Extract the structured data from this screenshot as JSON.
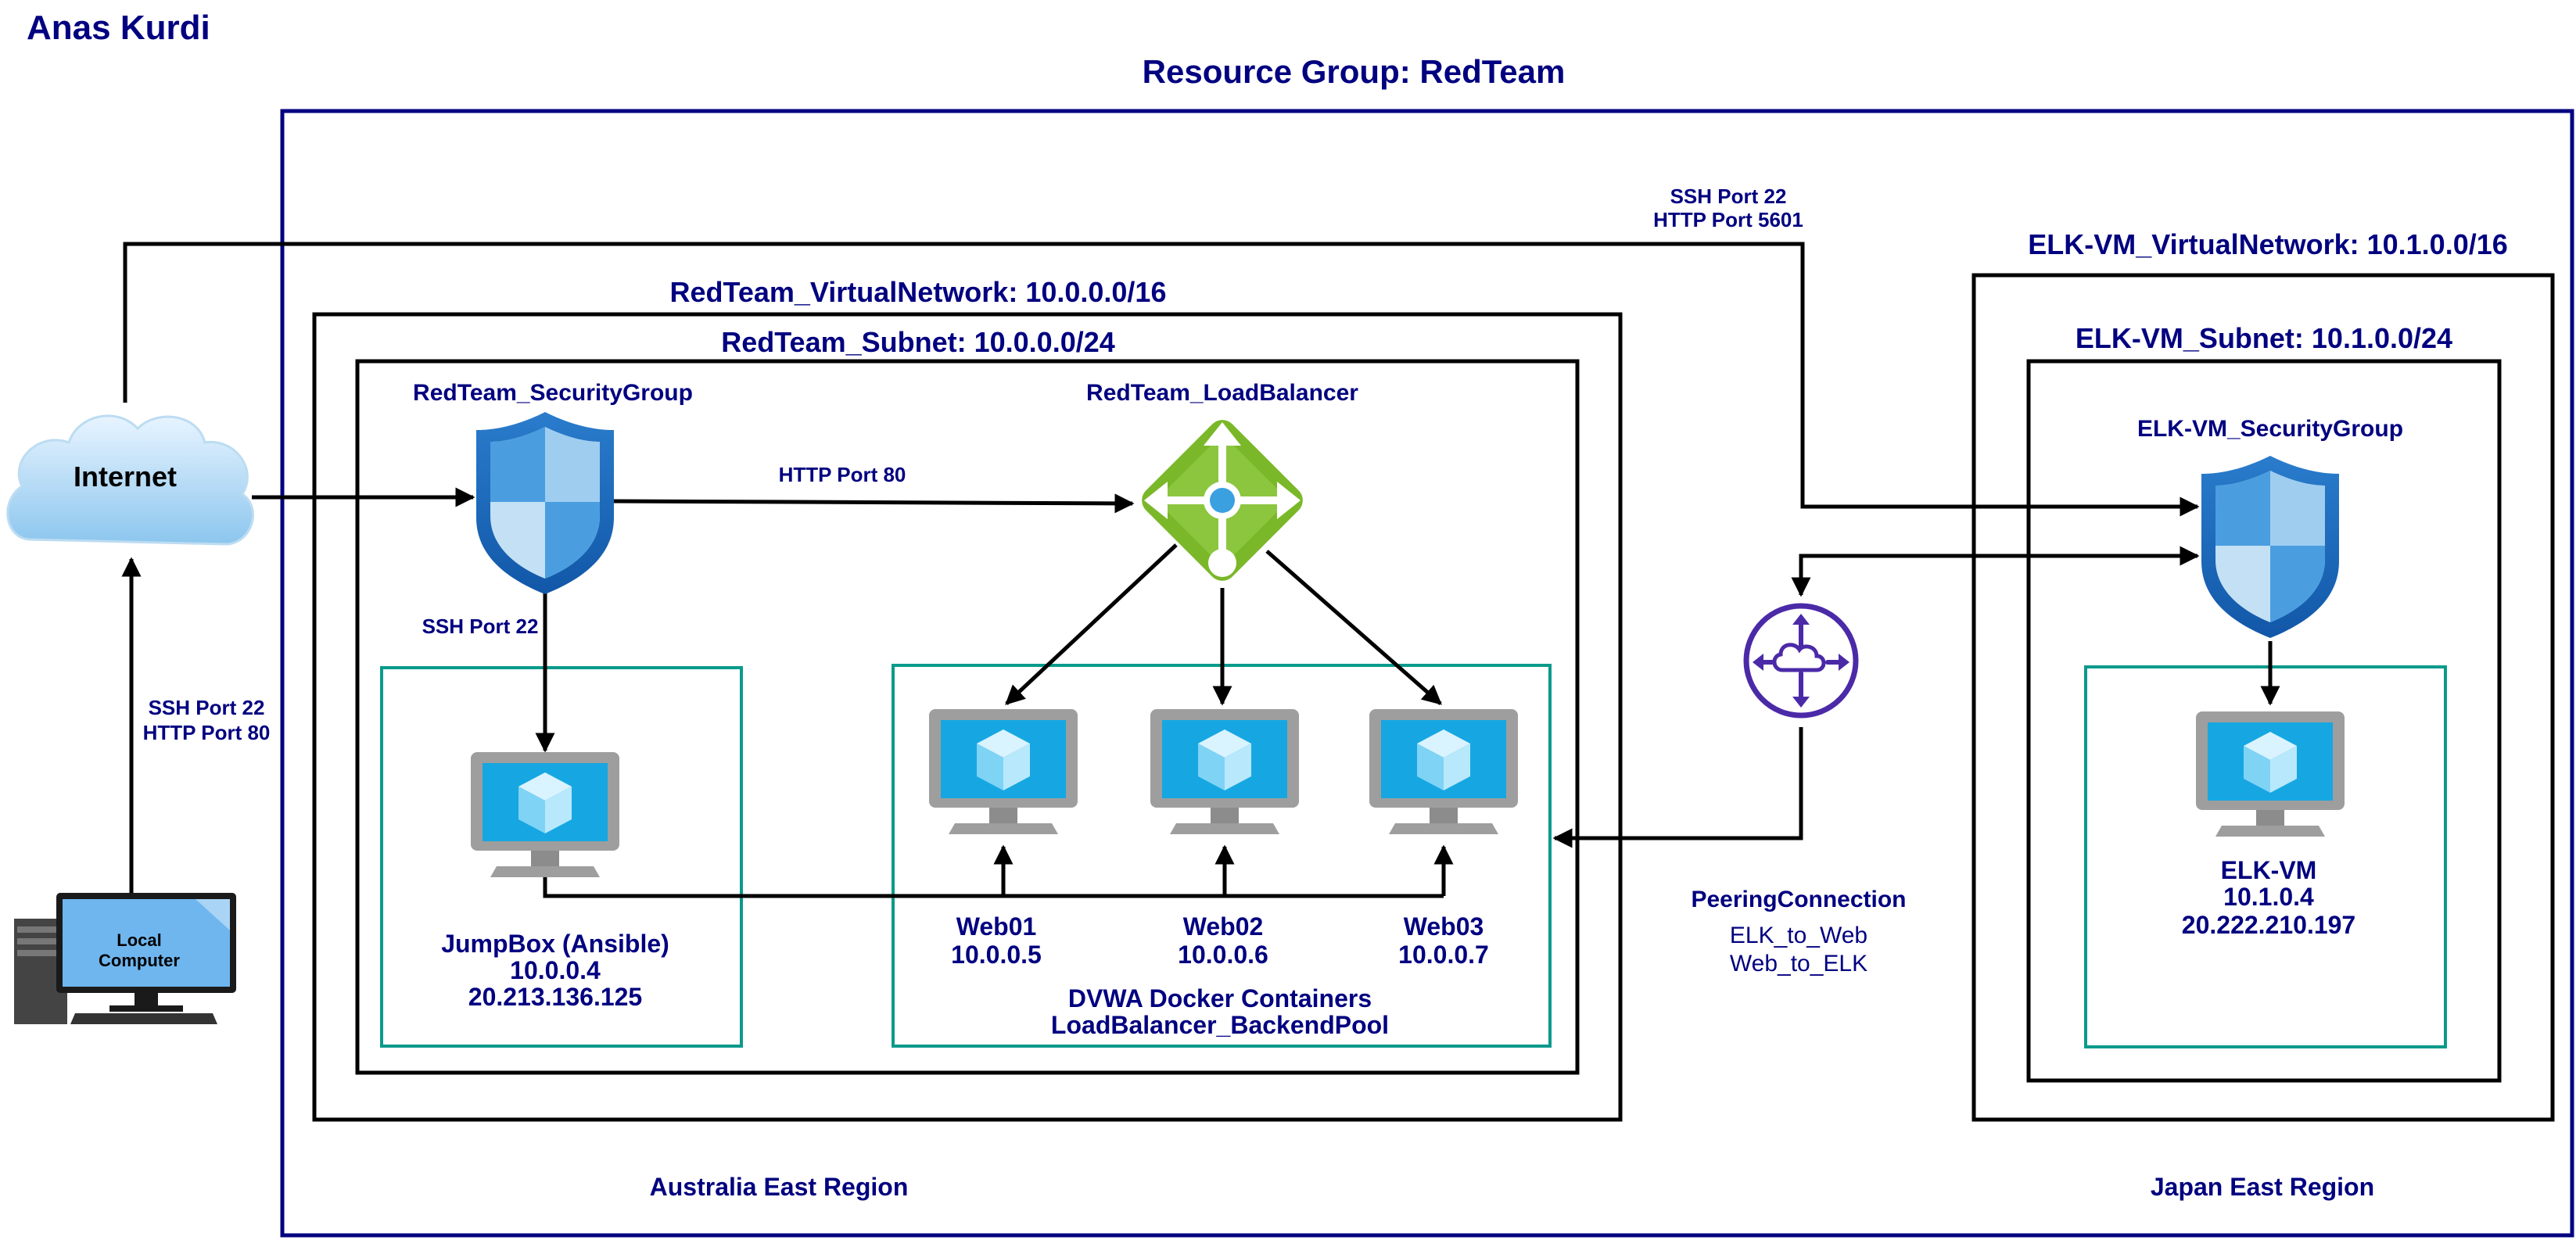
{
  "colors": {
    "text": "#000080",
    "group_border": "#000080",
    "box_border": "#000000",
    "teal_border": "#0a9a8c",
    "line": "#000000",
    "router": "#4b2aa8"
  },
  "author": "Anas Kurdi",
  "resource_group": {
    "title": "Resource Group: RedTeam"
  },
  "regions": {
    "left": "Australia East Region",
    "right": "Japan East Region"
  },
  "internet": {
    "label": "Internet",
    "icon": "cloud-icon"
  },
  "local_computer": {
    "label_line1": "Local",
    "label_line2": "Computer",
    "icon": "desktop-computer-icon"
  },
  "ports": {
    "local_to_internet": [
      "SSH Port 22",
      "HTTP Port 80"
    ],
    "internet_to_elk": [
      "SSH Port 22",
      "HTTP Port 5601"
    ],
    "sg_to_lb": "HTTP Port 80",
    "sg_to_jumpbox": "SSH Port 22"
  },
  "redteam": {
    "vnet": "RedTeam_VirtualNetwork: 10.0.0.0/16",
    "subnet": "RedTeam_Subnet: 10.0.0.0/24",
    "security_group": "RedTeam_SecurityGroup",
    "load_balancer": "RedTeam_LoadBalancer",
    "jumpbox": {
      "name": "JumpBox (Ansible)",
      "private_ip": "10.0.0.4",
      "public_ip": "20.213.136.125"
    },
    "webs": [
      {
        "name": "Web01",
        "ip": "10.0.0.5"
      },
      {
        "name": "Web02",
        "ip": "10.0.0.6"
      },
      {
        "name": "Web03",
        "ip": "10.0.0.7"
      }
    ],
    "pool_line1": "DVWA Docker Containers",
    "pool_line2": "LoadBalancer_BackendPool"
  },
  "peering": {
    "title": "PeeringConnection",
    "line1": "ELK_to_Web",
    "line2": "Web_to_ELK",
    "icon": "peering-router-icon"
  },
  "elk": {
    "vnet": "ELK-VM_VirtualNetwork: 10.1.0.0/16",
    "subnet": "ELK-VM_Subnet: 10.1.0.0/24",
    "security_group": "ELK-VM_SecurityGroup",
    "vm": {
      "name": "ELK-VM",
      "private_ip": "10.1.0.4",
      "public_ip": "20.222.210.197"
    }
  }
}
